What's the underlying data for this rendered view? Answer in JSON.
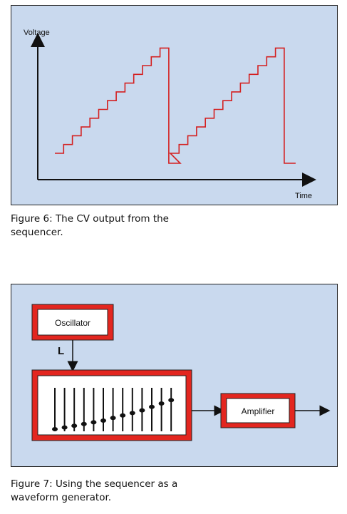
{
  "figure6": {
    "y_axis_label": "Voltage",
    "x_axis_label": "Time",
    "caption_line1": "Figure 6: The CV output from the",
    "caption_line2": "sequencer.",
    "waveform_color": "#d42020",
    "steps_per_cycle": 12,
    "cycles": 2
  },
  "figure7": {
    "oscillator_label": "Oscillator",
    "amplifier_label": "Amplifier",
    "clock_symbol": "L",
    "slider_levels": [
      0.0,
      0.05,
      0.1,
      0.15,
      0.2,
      0.25,
      0.33,
      0.4,
      0.47,
      0.55,
      0.65,
      0.75,
      0.85
    ],
    "caption_line1": "Figure 7: Using the sequencer as a",
    "caption_line2": "waveform generator.",
    "box_border_color": "#e3261f"
  },
  "colors": {
    "panel_background": "#c9d9ee",
    "accent_red": "#e3261f"
  }
}
